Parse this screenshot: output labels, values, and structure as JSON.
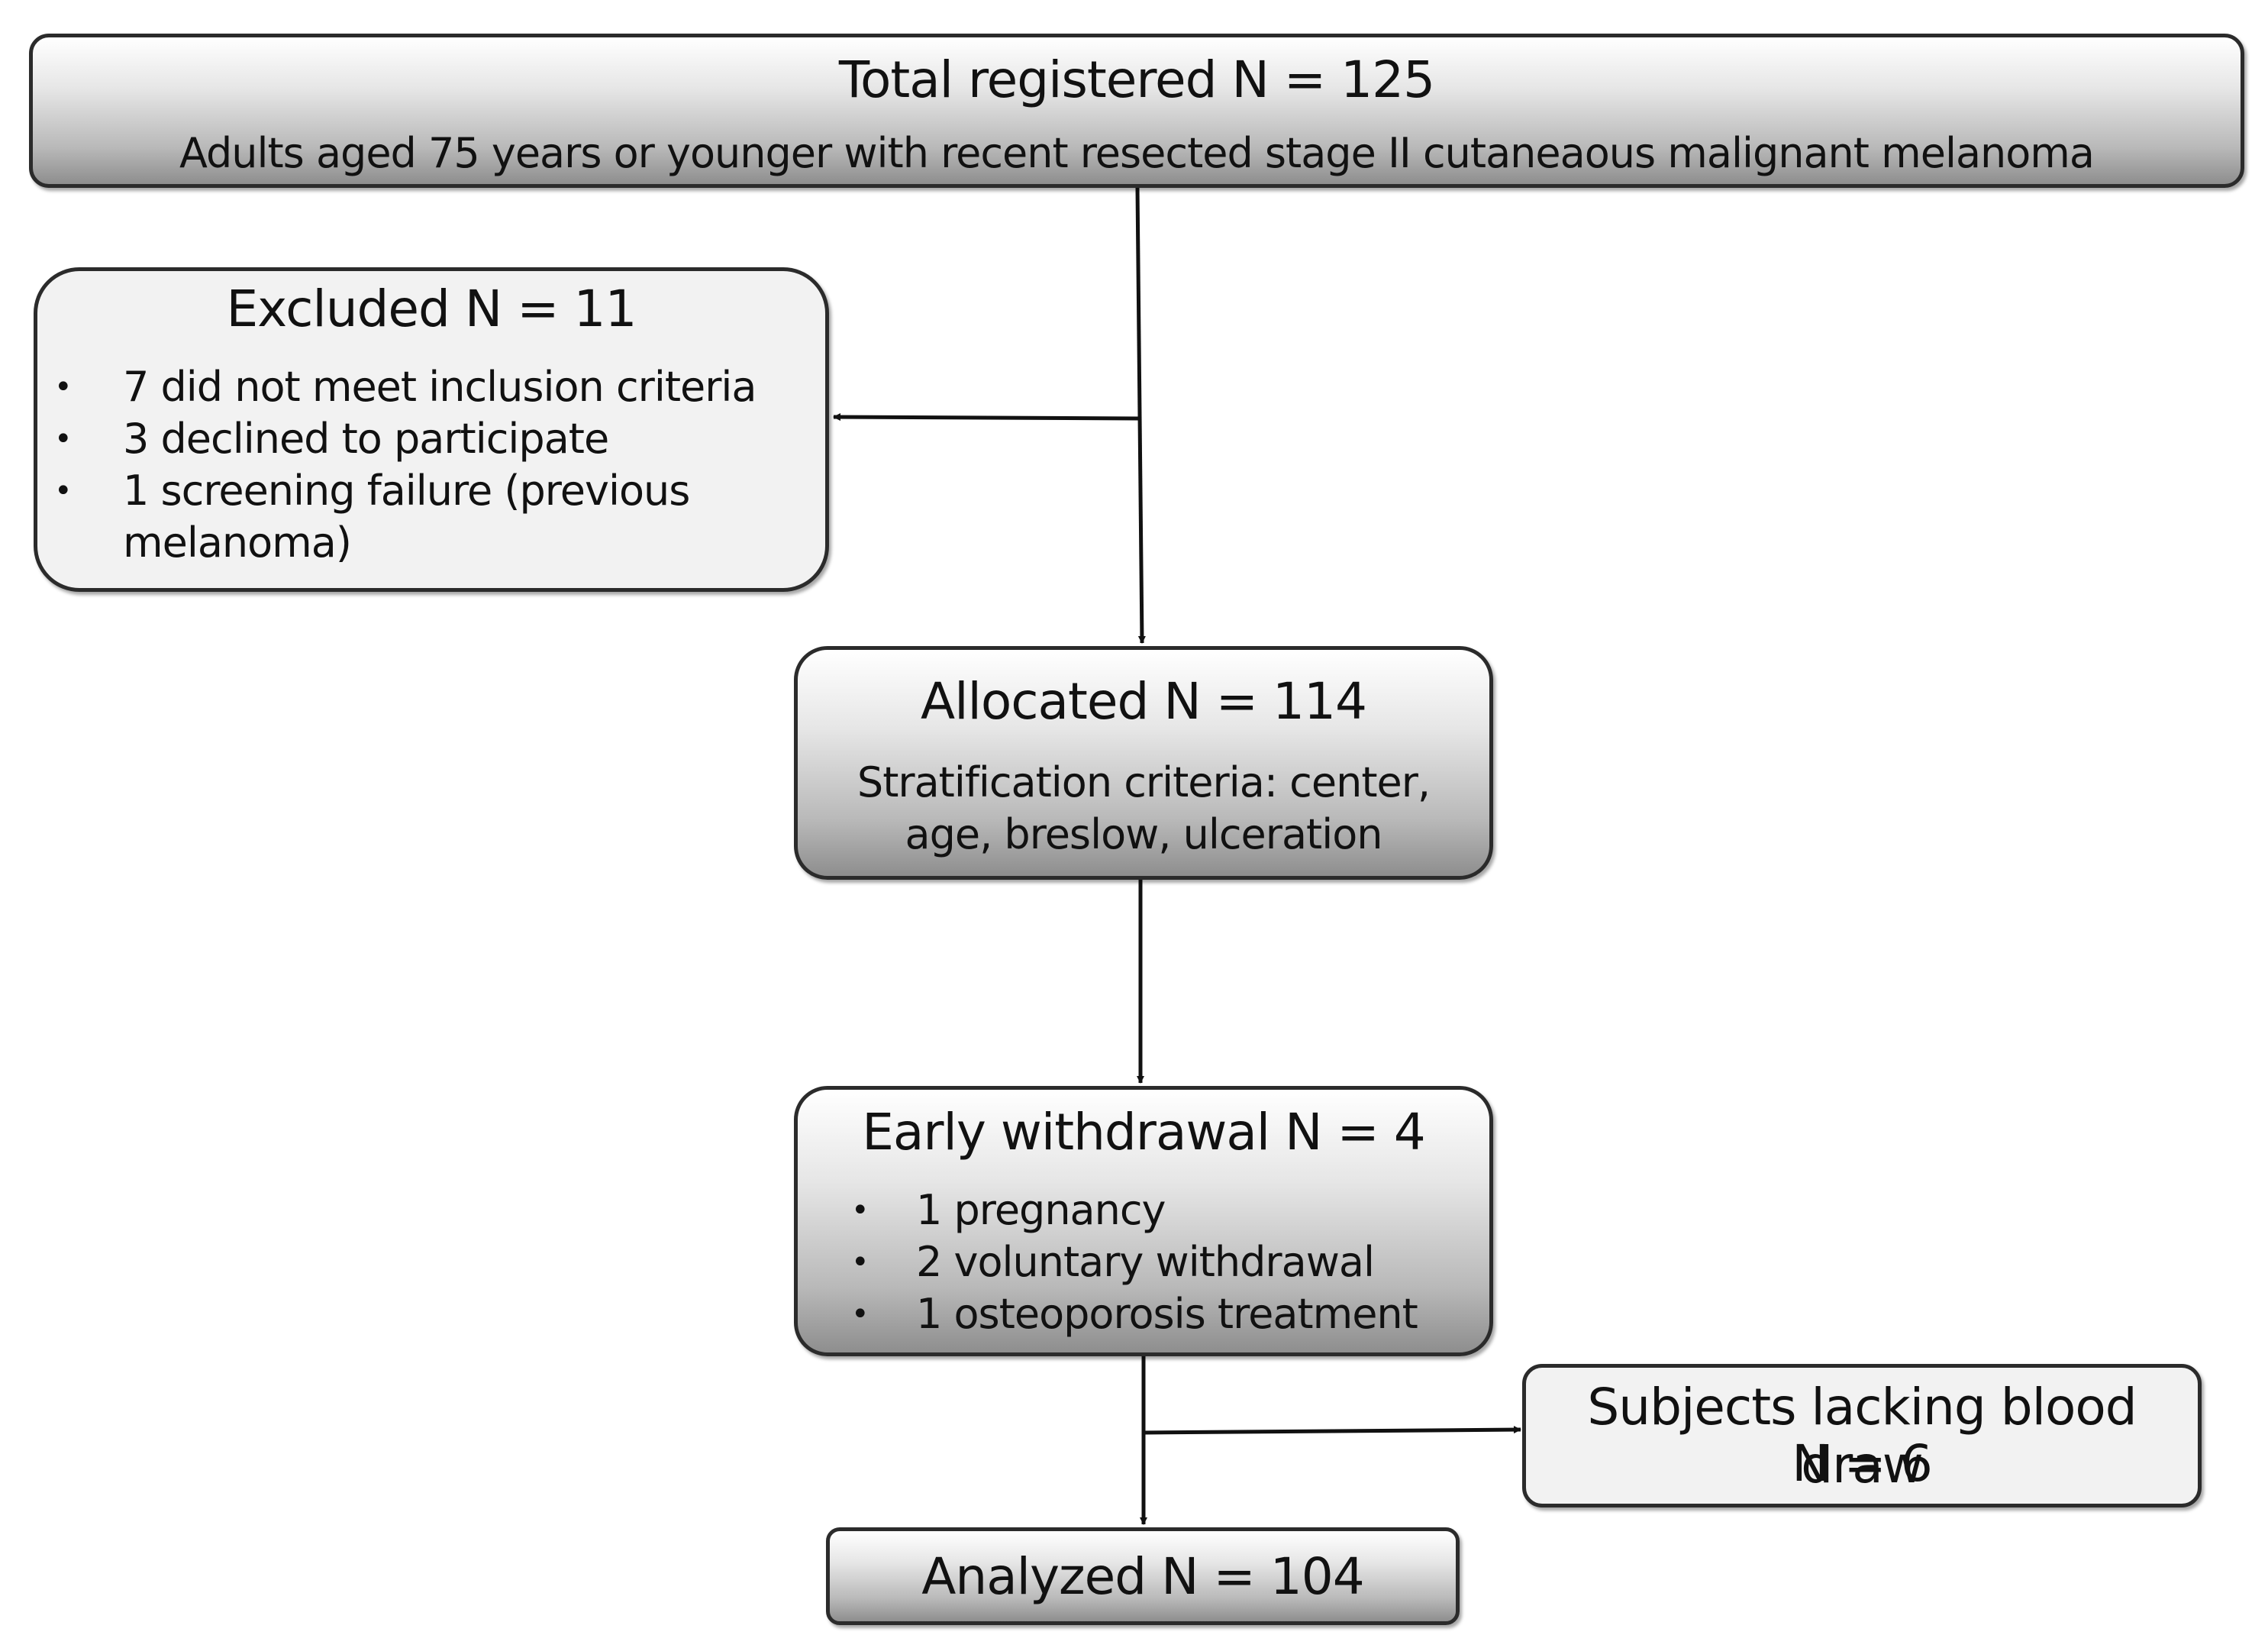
{
  "total": {
    "title": "Total registered N = 125",
    "subtitle": "Adults aged 75 years or younger with recent resected stage II cutaneaous malignant melanoma"
  },
  "excluded": {
    "title": "Excluded N = 11",
    "items": [
      "7 did not meet inclusion criteria",
      "3 declined to participate",
      "1 screening failure (previous melanoma)"
    ]
  },
  "allocated": {
    "title": "Allocated N = 114",
    "subtitle": "Stratification criteria: center, age, breslow, ulceration"
  },
  "withdrawal": {
    "title": "Early withdrawal N = 4",
    "items": [
      "1 pregnancy",
      "2 voluntary withdrawal",
      "1 osteoporosis treatment"
    ]
  },
  "lacking": {
    "title": "Subjects lacking blood draw",
    "count": "N = 6"
  },
  "analyzed": {
    "title": "Analyzed N = 104"
  },
  "bullet_glyph": "•"
}
